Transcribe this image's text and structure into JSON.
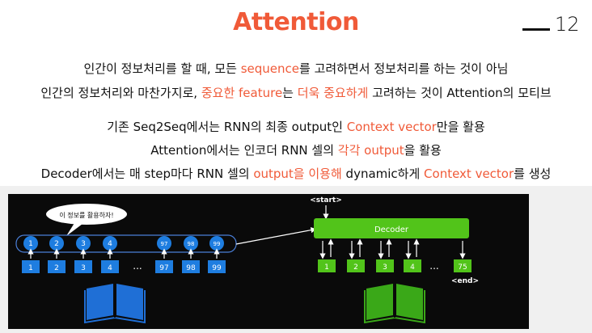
{
  "slide": {
    "title": "Attention",
    "page_number": "12",
    "lines": [
      [
        {
          "t": "인간이 정보처리를 할 때, 모든 ",
          "h": false
        },
        {
          "t": "sequence",
          "h": true
        },
        {
          "t": "를 고려하면서 정보처리를 하는 것이 아님",
          "h": false
        }
      ],
      [
        {
          "t": "인간의 정보처리와 마찬가지로, ",
          "h": false
        },
        {
          "t": "중요한 feature",
          "h": true
        },
        {
          "t": "는 ",
          "h": false
        },
        {
          "t": "더욱 중요하게",
          "h": true
        },
        {
          "t": " 고려하는 것이 Attention의 모티브",
          "h": false
        }
      ],
      [
        {
          "t": "기존 Seq2Seq에서는 RNN의 최종 output인 ",
          "h": false
        },
        {
          "t": "Context vector",
          "h": true
        },
        {
          "t": "만을 활용",
          "h": false
        }
      ],
      [
        {
          "t": "Attention에서는 인코더 RNN 셀의 ",
          "h": false
        },
        {
          "t": "각각 output",
          "h": true
        },
        {
          "t": "을 활용",
          "h": false
        }
      ],
      [
        {
          "t": "Decoder에서는 매 step마다 RNN 셀의 ",
          "h": false
        },
        {
          "t": "output을 이용해",
          "h": true
        },
        {
          "t": " dynamic하게 ",
          "h": false
        },
        {
          "t": "Context vector",
          "h": true
        },
        {
          "t": "를 생성",
          "h": false
        }
      ]
    ]
  },
  "diagram": {
    "speech_bubble": "이 정보를 활용하자!",
    "encoder_outputs": [
      "1",
      "2",
      "3",
      "4",
      "97",
      "98",
      "99"
    ],
    "encoder_inputs": [
      "1",
      "2",
      "3",
      "4",
      "97",
      "98",
      "99"
    ],
    "ellipsis": "...",
    "start_token": "<start>",
    "decoder_label": "Decoder",
    "decoder_outputs": [
      "1",
      "2",
      "3",
      "4",
      "75"
    ],
    "end_token": "<end>"
  },
  "colors": {
    "accent": "#f05a38",
    "encoder_blue": "#1e7de0",
    "decoder_green": "#52c41a",
    "book_blue": "#1f6fd6",
    "book_green": "#3aa818"
  }
}
